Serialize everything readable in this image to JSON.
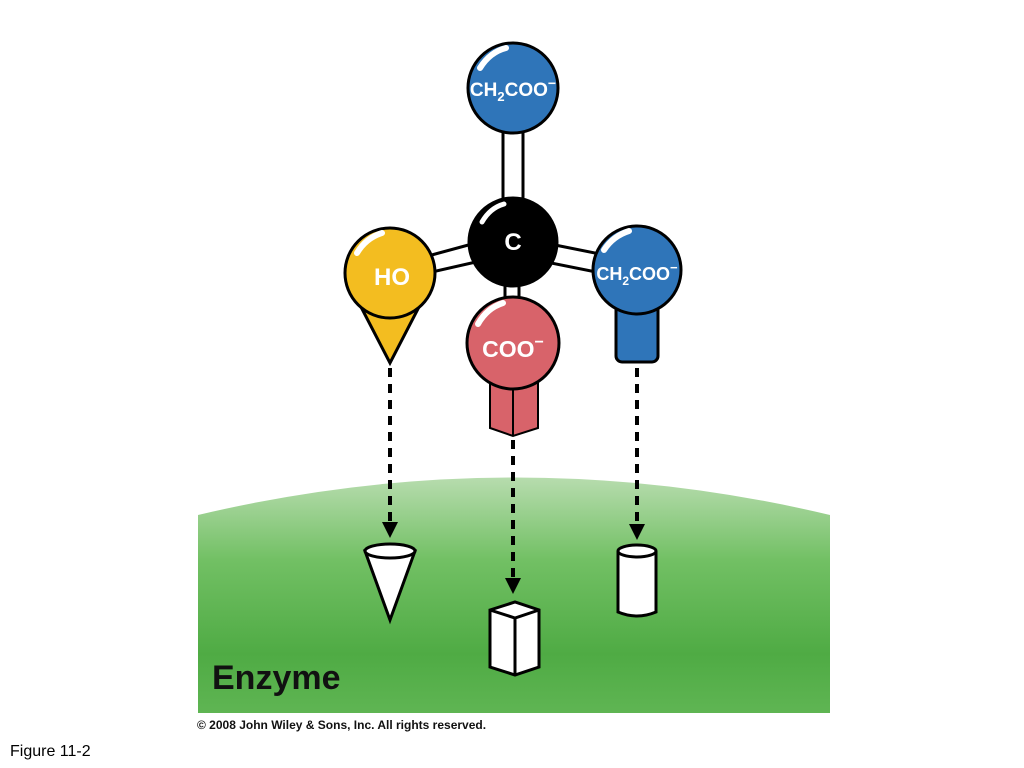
{
  "figure": {
    "caption": "Figure 11-2",
    "copyright": "© 2008 John Wiley & Sons, Inc. All rights reserved."
  },
  "enzyme": {
    "label": "Enzyme",
    "color": "#55b04a"
  },
  "molecule": {
    "center_label": "C",
    "top_group_text": "CH",
    "top_group_sub": "2",
    "top_group_rest": "COO",
    "top_group_charge": "−",
    "left_group_text": "HO",
    "bottom_group_text": "COO",
    "bottom_group_charge": "−",
    "right_group_text": "CH",
    "right_group_sub": "2",
    "right_group_rest": "COO",
    "right_group_charge": "−"
  },
  "colors": {
    "carbon": "#000000",
    "blue_group": "#2f75b9",
    "hydroxyl": "#f3bd20",
    "carboxyl": "#d8636a"
  },
  "binding_sites": [
    "cone",
    "box",
    "cylinder"
  ]
}
